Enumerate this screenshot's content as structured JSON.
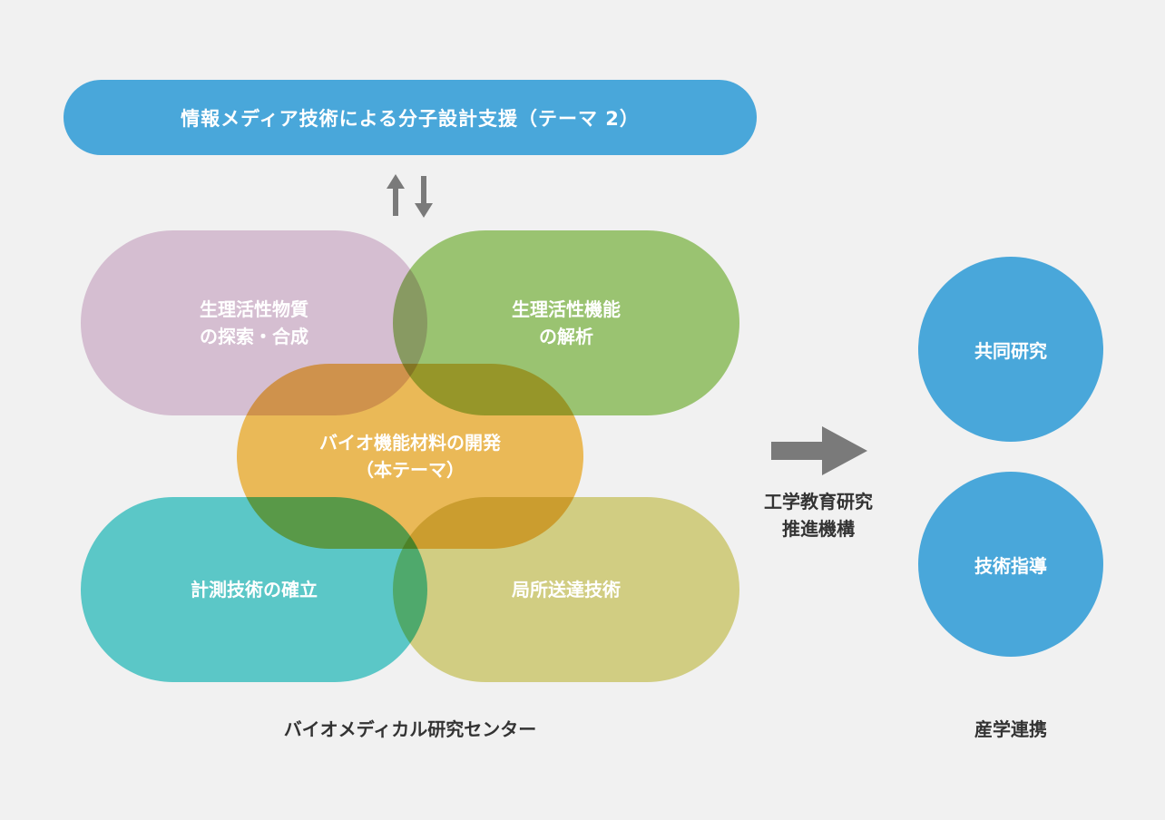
{
  "banner": {
    "label": "情報メディア技術による分子設計支援（テーマ 2）",
    "color": "#49a7da"
  },
  "arrows": {
    "icon": "up-down-arrows-icon",
    "color": "#7a7a7a"
  },
  "themes": {
    "synthesis": {
      "line1": "生理活性物質",
      "line2": "の探索・合成",
      "color": "#e2c9de"
    },
    "analysis": {
      "line1": "生理活性機能",
      "line2": "の解析",
      "color": "#a3cf77"
    },
    "main": {
      "line1": "バイオ機能材料の開発",
      "line2": "（本テーマ）",
      "color": "#f8c45c"
    },
    "measurement": {
      "label": "計測技術の確立",
      "color": "#60d3d3"
    },
    "delivery": {
      "label": "局所送達技術",
      "color": "#ddd98a"
    }
  },
  "center_caption": "バイオメディカル研究センター",
  "flow_arrow": {
    "icon": "right-arrow-icon",
    "color": "#7a7a7a"
  },
  "institute": {
    "line1": "工学教育研究",
    "line2": "推進機構"
  },
  "partnership": {
    "joint_research": "共同研究",
    "technical_guidance": "技術指導",
    "caption": "産学連携",
    "color": "#49a7da"
  }
}
